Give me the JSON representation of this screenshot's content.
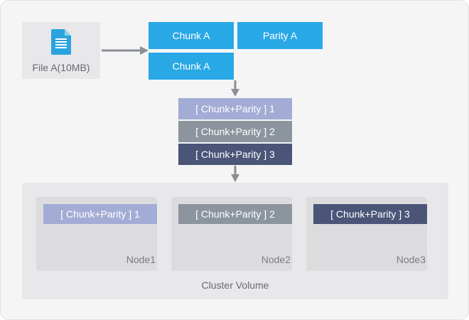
{
  "diagram": {
    "file": {
      "label": "File A(10MB)",
      "icon": "document-icon"
    },
    "chunks": [
      {
        "label": "Chunk A"
      },
      {
        "label": "Parity A"
      },
      {
        "label": "Chunk A"
      }
    ],
    "stack": [
      {
        "label": "[ Chunk+Parity ] 1"
      },
      {
        "label": "[ Chunk+Parity ] 2"
      },
      {
        "label": "[ Chunk+Parity ] 3"
      }
    ],
    "cluster": {
      "label": "Cluster Volume",
      "nodes": [
        {
          "name": "Node1",
          "chunk": "[ Chunk+Parity ] 1"
        },
        {
          "name": "Node2",
          "chunk": "[ Chunk+Parity ] 2"
        },
        {
          "name": "Node3",
          "chunk": "[ Chunk+Parity ] 3"
        }
      ]
    },
    "colors": {
      "chunk_blue": "#29a8e6",
      "part1": "#a3acd4",
      "part2": "#8c959e",
      "part3": "#4a5578",
      "arrow": "#8a8f96"
    }
  }
}
